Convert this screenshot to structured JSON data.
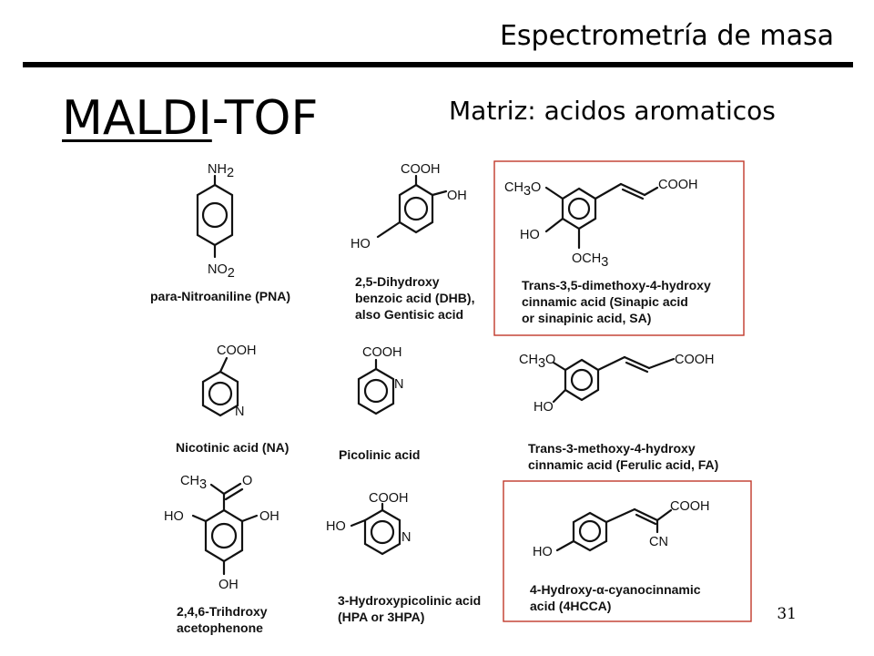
{
  "slide": {
    "header": "Espectrometría de masa",
    "title_underlined": "MALDI",
    "title_rest": "-TOF",
    "subtitle": "Matriz: acidos aromaticos",
    "page_number": "31"
  },
  "compounds": {
    "pna": {
      "cap1": "para-Nitroaniline (PNA)",
      "top": "NH",
      "top_sub": "2",
      "bottom": "NO",
      "bottom_sub": "2"
    },
    "dhb": {
      "cap1": "2,5-Dihydroxy",
      "cap2": "benzoic acid (DHB),",
      "cap3": "also Gentisic acid",
      "g1": "COOH",
      "g2": "OH",
      "g3": "HO"
    },
    "sa": {
      "cap1": "Trans-3,5-dimethoxy-4-hydroxy",
      "cap2": "cinnamic acid (Sinapic acid",
      "cap3": "or sinapinic acid, SA)",
      "g1a": "CH",
      "g1b": "3",
      "g1c": "O",
      "g2": "COOH",
      "g3": "HO",
      "g4a": "OCH",
      "g4b": "3"
    },
    "na": {
      "cap1": "Nicotinic acid (NA)",
      "g1": "COOH",
      "n": "N"
    },
    "pic": {
      "cap1": "Picolinic acid",
      "g1": "COOH",
      "n": "N"
    },
    "fa": {
      "cap1": "Trans-3-methoxy-4-hydroxy",
      "cap2": "cinnamic acid (Ferulic acid, FA)",
      "g1a": "CH",
      "g1b": "3",
      "g1c": "O",
      "g2": "COOH",
      "g3": "HO"
    },
    "thap": {
      "cap1": "2,4,6-Trihdroxy",
      "cap2": "acetophenone",
      "g1a": "CH",
      "g1b": "3",
      "g2": "O",
      "g3": "HO",
      "g4": "OH",
      "g5": "OH"
    },
    "hpa": {
      "cap1": "3-Hydroxypicolinic acid",
      "cap2": "(HPA or 3HPA)",
      "g1": "COOH",
      "g2": "HO",
      "n": "N"
    },
    "hcca": {
      "cap1": "4-Hydroxy-α-cyanocinnamic",
      "cap2": "acid (4HCCA)",
      "g1": "COOH",
      "g2": "CN",
      "g3": "HO"
    }
  },
  "colors": {
    "box": "#c0392b",
    "rule": "#000000"
  }
}
